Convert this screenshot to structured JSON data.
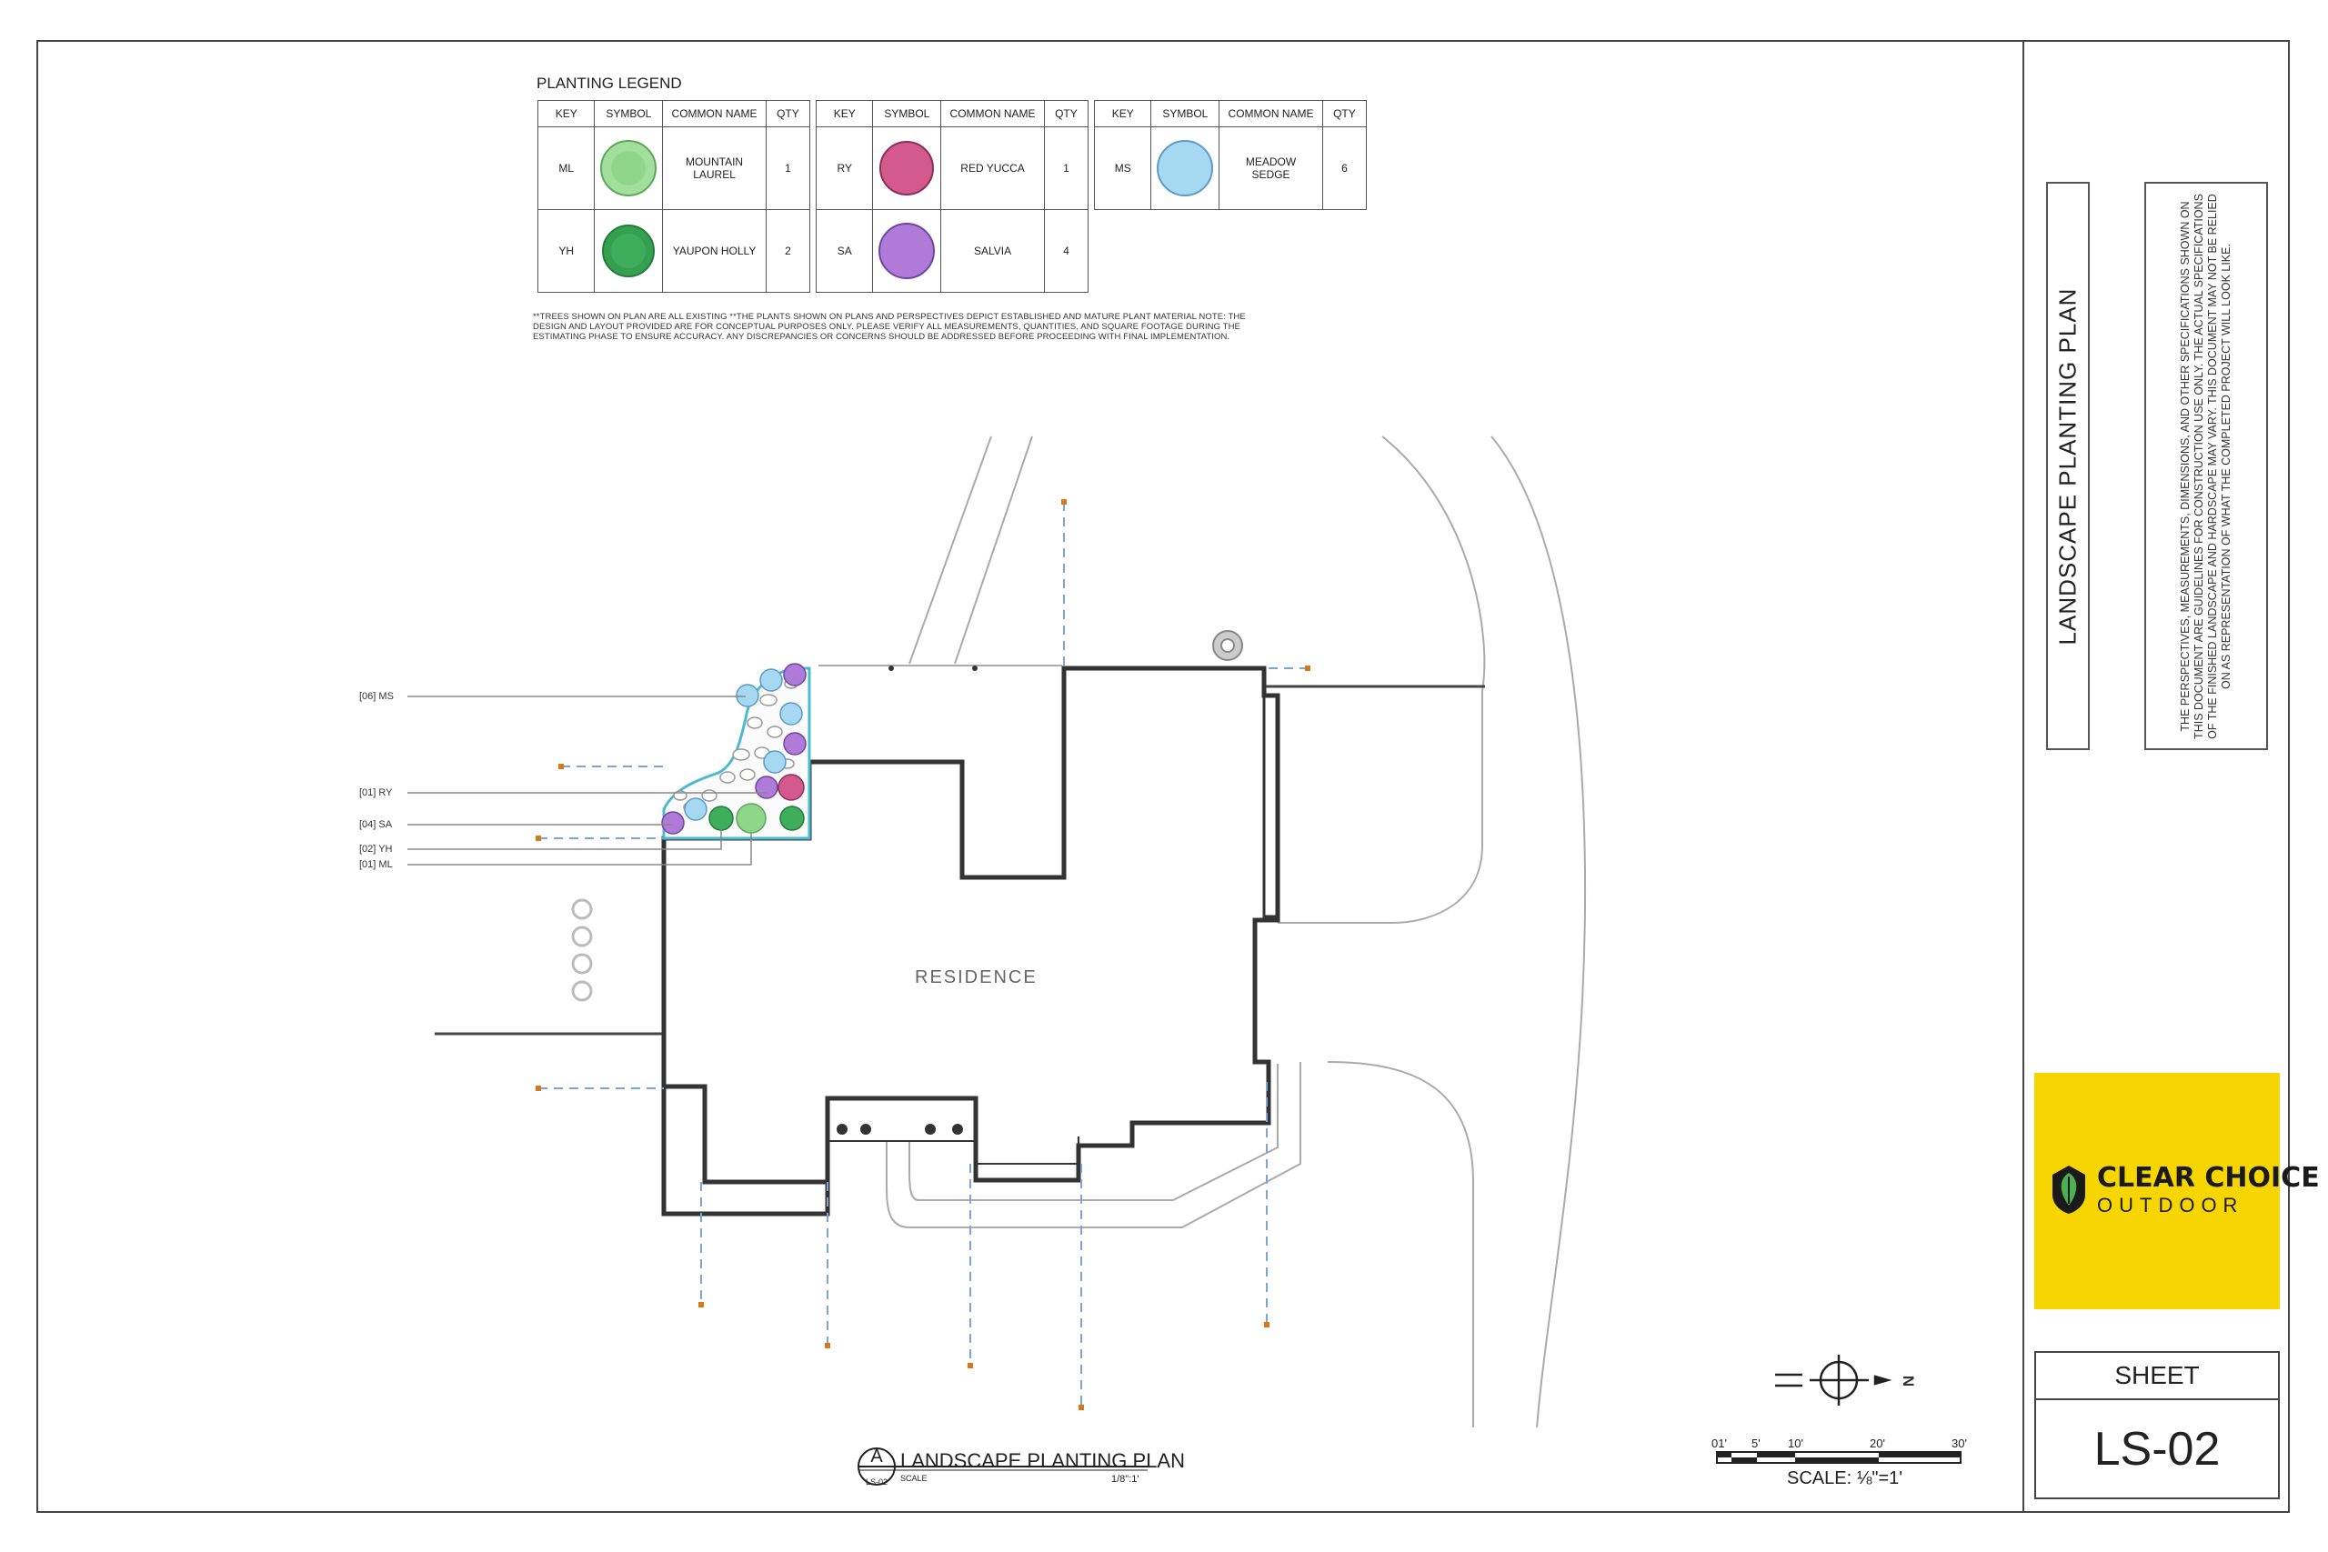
{
  "legend": {
    "title": "PLANTING LEGEND",
    "headers": {
      "key": "KEY",
      "symbol": "SYMBOL",
      "common_name": "COMMON NAME",
      "qty": "QTY"
    },
    "groups": [
      [
        {
          "key": "ML",
          "name": "MOUNTAIN LAUREL",
          "qty": "1",
          "symbol_color": "#8fd68a",
          "symbol": "mountain-laurel-symbol"
        },
        {
          "key": "YH",
          "name": "YAUPON HOLLY",
          "qty": "2",
          "symbol_color": "#3fae5c",
          "symbol": "yaupon-holly-symbol"
        }
      ],
      [
        {
          "key": "RY",
          "name": "RED YUCCA",
          "qty": "1",
          "symbol_color": "#d45a8e",
          "symbol": "red-yucca-symbol"
        },
        {
          "key": "SA",
          "name": "SALVIA",
          "qty": "4",
          "symbol_color": "#b07ad8",
          "symbol": "salvia-symbol"
        }
      ],
      [
        {
          "key": "MS",
          "name": "MEADOW SEDGE",
          "qty": "6",
          "symbol_color": "#a6d8f2",
          "symbol": "meadow-sedge-symbol"
        }
      ]
    ]
  },
  "note": "**TREES SHOWN ON PLAN ARE ALL EXISTING **THE PLANTS SHOWN ON PLANS AND PERSPECTIVES DEPICT ESTABLISHED AND MATURE PLANT MATERIAL NOTE: THE DESIGN AND LAYOUT PROVIDED ARE FOR CONCEPTUAL PURPOSES ONLY. PLEASE VERIFY ALL MEASUREMENTS, QUANTITIES, AND SQUARE FOOTAGE DURING THE ESTIMATING PHASE TO ENSURE ACCURACY. ANY DISCREPANCIES OR CONCERNS SHOULD BE ADDRESSED BEFORE PROCEEDING WITH FINAL IMPLEMENTATION.",
  "plan": {
    "residence_label": "RESIDENCE",
    "plant_labels": [
      "[06] MS",
      "[01] RY",
      "[04] SA",
      "[02] YH",
      "[01] ML"
    ],
    "title": "LANDSCAPE PLANTING PLAN",
    "callout_letter": "A",
    "callout_sheet": "LS-02",
    "scale_word": "SCALE",
    "scale_value": "1/8\":1'"
  },
  "scale_bar": {
    "labels": [
      "01'",
      "5'",
      "10'",
      "20'",
      "30'"
    ],
    "text": "SCALE: ⅛\"=1'"
  },
  "north_label": "N",
  "title_block": {
    "sheet_title": "LANDSCAPE PLANTING PLAN",
    "disclaimer": "THE PERSPECTIVES, MEASUREMENTS, DIMENSIONS, AND OTHER SPECIFICATIONS SHOWN ON THIS DOCUMENT ARE GUIDELINES FOR CONSTRUCTION USE ONLY. THE ACTUAL SPECIFICATIONS OF THE FINISHED LANDSCAPE AND HARDSCAPE MAY VARY. THIS DOCUMENT MAY NOT BE RELIED ON AS REPRESENTATION OF WHAT THE COMPLETED PROJECT WILL LOOK LIKE.",
    "logo_name": "CLEAR CHOICE",
    "logo_sub": "OUTDOOR",
    "logo_color": "#f7d500",
    "sheet_label": "SHEET",
    "sheet_number": "LS-02"
  }
}
